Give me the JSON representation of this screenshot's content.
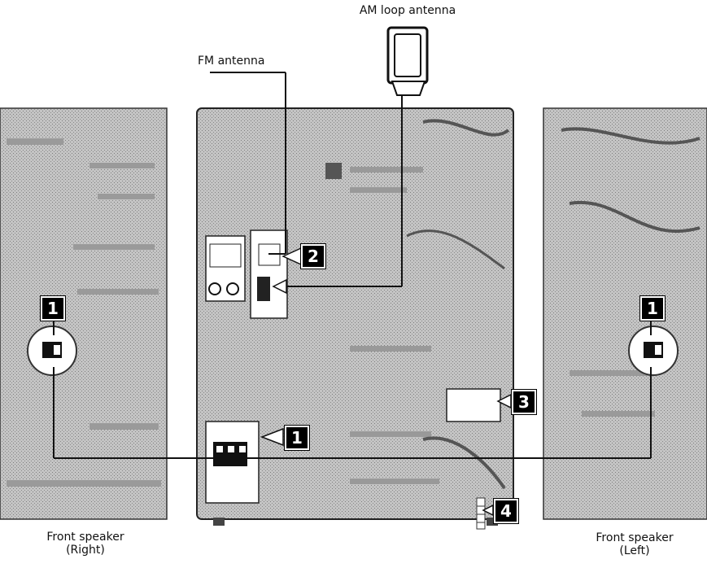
{
  "labels": {
    "am_antenna": "AM loop antenna",
    "fm_antenna": "FM antenna",
    "right_speaker_line1": "Front speaker",
    "right_speaker_line2": "(Right)",
    "left_speaker_line1": "Front speaker",
    "left_speaker_line2": "(Left)"
  },
  "steps": {
    "speaker_right": "1",
    "speaker_left": "1",
    "unit_speaker_terminal": "1",
    "antenna_terminal": "2",
    "voltage_selector": "3",
    "power_cord": "4"
  },
  "colors": {
    "ink": "#111111",
    "panel_gray": "#b9b9b9",
    "panel_dark": "#8f8f8f",
    "background": "#ffffff"
  }
}
